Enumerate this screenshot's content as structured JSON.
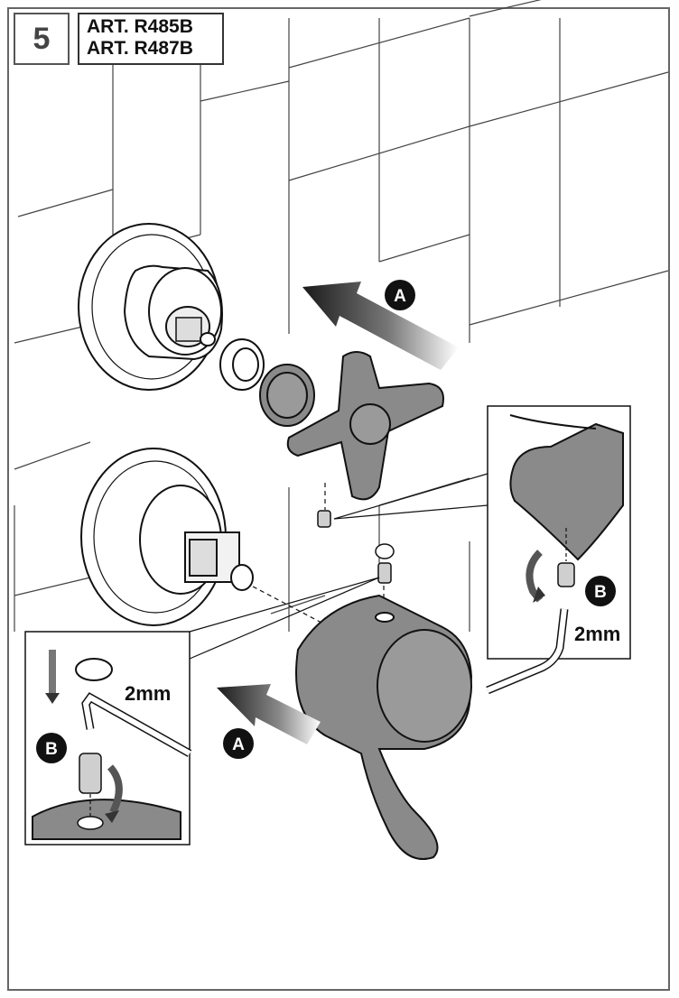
{
  "step": {
    "number": "5"
  },
  "articles": [
    "ART. R485B",
    "ART. R487B"
  ],
  "callouts": {
    "arrow_label_top": "A",
    "arrow_label_bottom": "A",
    "screw_label_left": "B",
    "screw_label_right": "B",
    "hex_key_left": "2mm",
    "hex_key_right": "2mm"
  }
}
